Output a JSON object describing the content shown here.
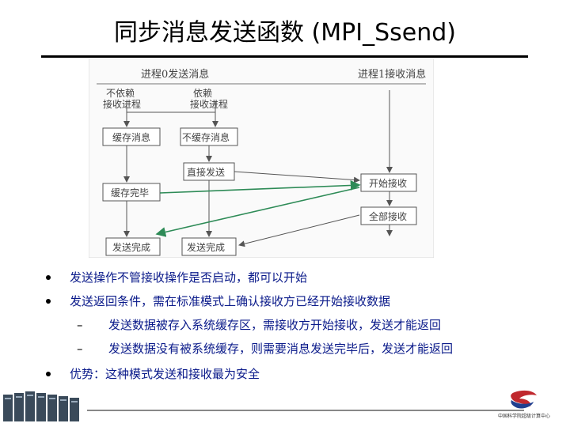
{
  "title": "同步消息发送函数 (MPI_Ssend)",
  "diagram": {
    "header_left": "进程0发送消息",
    "header_right": "进程1接收消息",
    "branch_left": [
      "不依赖",
      "接收进程"
    ],
    "branch_right": [
      "依赖",
      "接收进程"
    ],
    "boxes": {
      "buffer_msg": "缓存消息",
      "no_buffer_msg": "不缓存消息",
      "direct_send": "直接发送",
      "buffer_done": "缓存完毕",
      "send_done_left": "发送完成",
      "send_done_right": "发送完成",
      "start_recv": "开始接收",
      "all_recv": "全部接收"
    },
    "colors": {
      "green_arrow": "#2e8b57",
      "box_border": "#555555"
    }
  },
  "bullets": [
    {
      "type": "bullet",
      "text": "发送操作不管接收操作是否启动，都可以开始"
    },
    {
      "type": "bullet",
      "text": "发送返回条件，需在标准模式上确认接收方已经开始接收数据"
    },
    {
      "type": "dash",
      "text": "发送数据被存入系统缓存区，需接收方开始接收，发送才能返回"
    },
    {
      "type": "dash",
      "text": "发送数据没有被系统缓存，则需要消息发送完毕后，发送才能返回"
    },
    {
      "type": "bullet",
      "text": "优势：这种模式发送和接收最为安全"
    }
  ],
  "dash_symbol": "–",
  "logo_text": "中国科学院超级计算中心",
  "colors": {
    "bullet_text": "#0a1a8a"
  }
}
